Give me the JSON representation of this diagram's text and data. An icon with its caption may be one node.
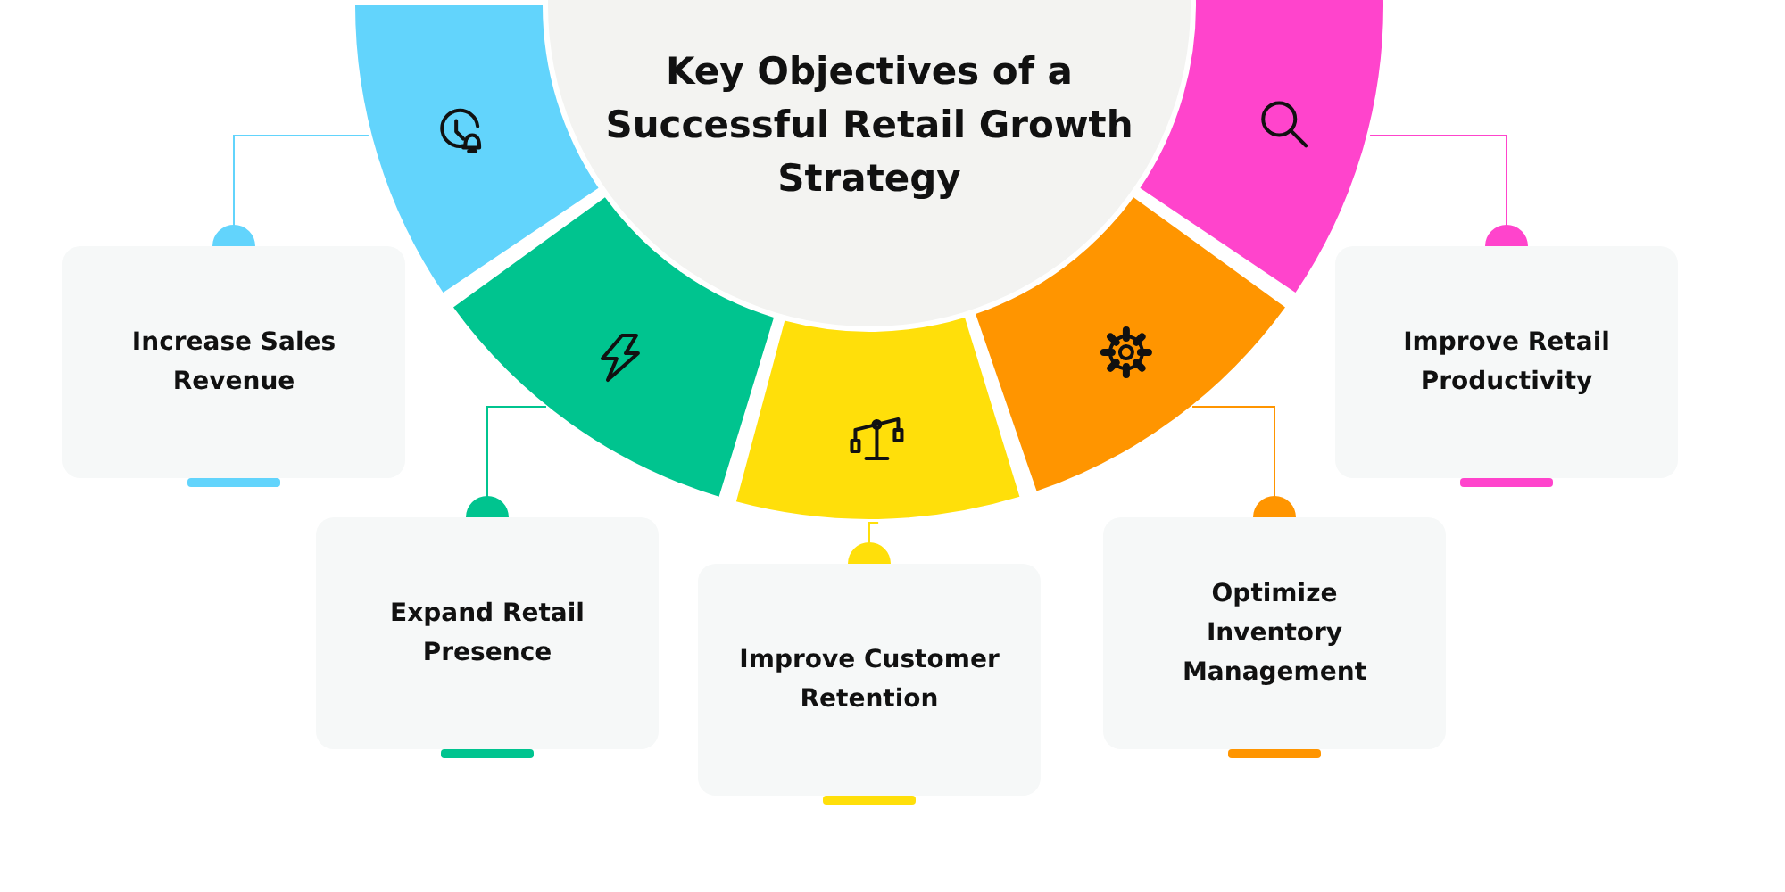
{
  "diagram": {
    "nodes": [
      {
        "text": [
          "Key Objectives of a Successful Retail Growth Strategy"
        ]
      },
      {
        "text": [],
        "shape": "wedge"
      },
      {
        "text": [],
        "shape": "wedge"
      },
      {
        "text": [],
        "shape": "wedge"
      },
      {
        "text": [],
        "shape": "wedge"
      },
      {
        "text": [],
        "shape": "wedge"
      },
      {
        "text": [
          "Increase Sales Revenue"
        ]
      },
      {
        "text": [
          "Expand Retail Presence"
        ]
      },
      {
        "text": [
          "Improve Customer Retention"
        ]
      },
      {
        "text": [
          "Optimize Inventory Management"
        ]
      },
      {
        "text": [
          "Improve Retail Productivity"
        ]
      }
    ],
    "edges": [
      {
        "from": 1,
        "to": 6,
        "arrow": "other",
        "color": "#62d4fc"
      },
      {
        "from": 2,
        "to": 7,
        "arrow": "other",
        "color": "#00c48f"
      },
      {
        "from": 3,
        "to": 8,
        "arrow": "other",
        "color": "#ffdf0a"
      },
      {
        "from": 4,
        "to": 9,
        "arrow": "other",
        "color": "#ff9500"
      },
      {
        "from": 5,
        "to": 10,
        "arrow": "other",
        "color": "#ff44cc"
      }
    ]
  }
}
